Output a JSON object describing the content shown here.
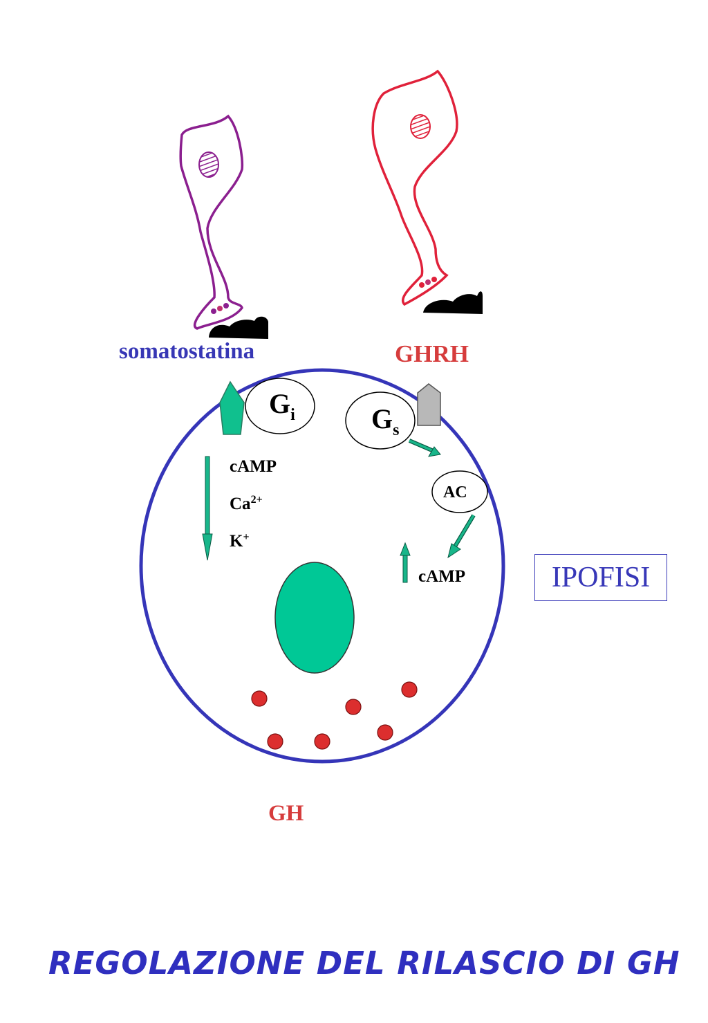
{
  "labels": {
    "somatostatina": "somatostatina",
    "ghrh": "GHRH",
    "gh": "GH",
    "gi_base": "G",
    "gi_sub": "i",
    "gs_base": "G",
    "gs_sub": "s",
    "camp_down": "cAMP",
    "ca_base": "Ca",
    "ca_sup": "2+",
    "k_base": "K",
    "k_sup": "+",
    "ac": "AC",
    "camp_up": "cAMP",
    "ipofisi": "IPOFISI"
  },
  "title": "REGOLAZIONE DEL RILASCIO DI GH",
  "colors": {
    "somatostatin_text": "#3737b5",
    "ghrh_text": "#d63c3c",
    "gh_text": "#d63c3c",
    "somatostatin_neuron": "#8b1f8f",
    "ghrh_neuron": "#e0213a",
    "cell_membrane": "#3535b8",
    "receptor_green": "#10c08e",
    "receptor_grey": "#b8b8b8",
    "nucleus": "#00c896",
    "granules": "#dc2e2e",
    "arrow_green": "#18b68a",
    "title": "#2f2fbf"
  }
}
